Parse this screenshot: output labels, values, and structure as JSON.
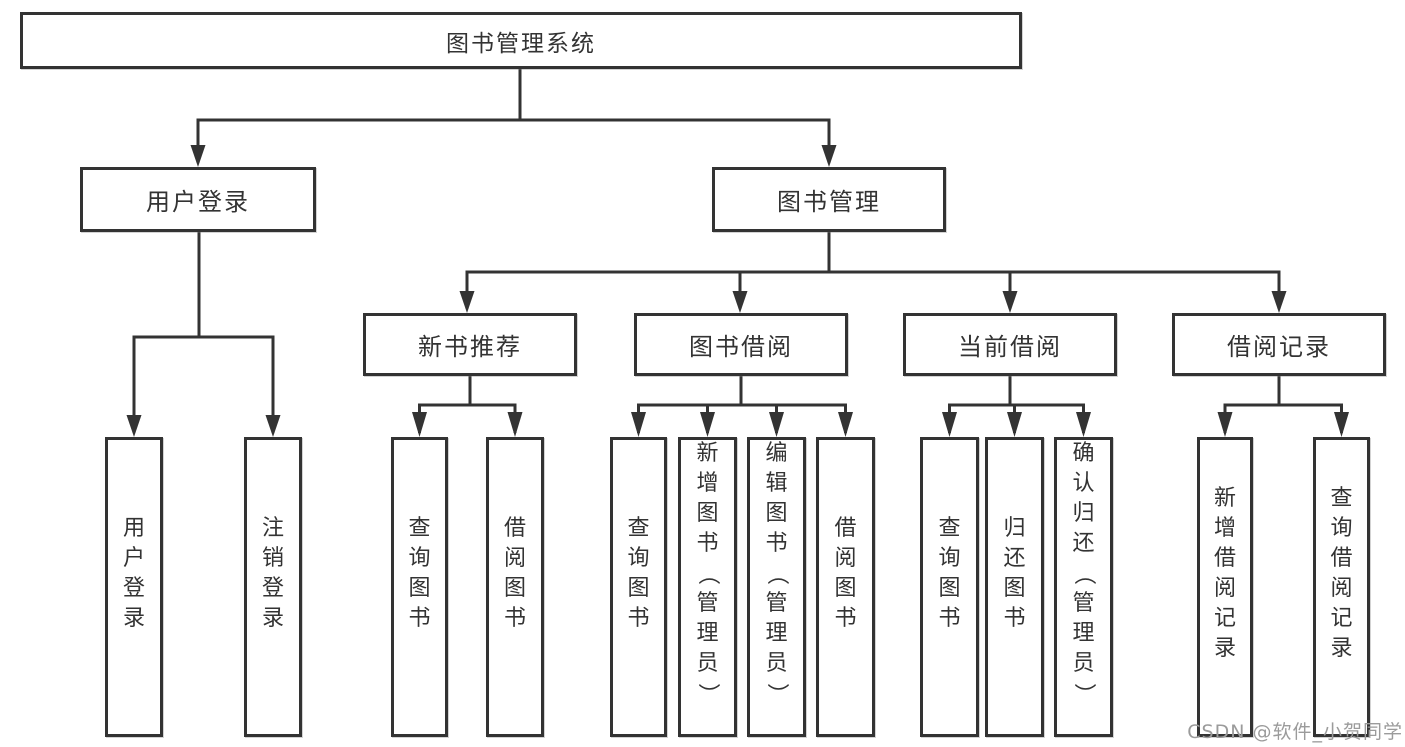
{
  "diagram": {
    "root": {
      "label": "图书管理系统"
    },
    "level1": [
      {
        "label": "用户登录"
      },
      {
        "label": "图书管理"
      }
    ],
    "level2": [
      {
        "label": "新书推荐"
      },
      {
        "label": "图书借阅"
      },
      {
        "label": "当前借阅"
      },
      {
        "label": "借阅记录"
      }
    ],
    "leaves": [
      {
        "label": "用户登录"
      },
      {
        "label": "注销登录"
      },
      {
        "label": "查询图书"
      },
      {
        "label": "借阅图书"
      },
      {
        "label": "查询图书"
      },
      {
        "label": "新增图书（管理员）"
      },
      {
        "label": "编辑图书（管理员）"
      },
      {
        "label": "借阅图书"
      },
      {
        "label": "查询图书"
      },
      {
        "label": "归还图书"
      },
      {
        "label": "确认归还（管理员）"
      },
      {
        "label": "新增借阅记录"
      },
      {
        "label": "查询借阅记录"
      }
    ],
    "edges": [
      {
        "from": "图书管理系统",
        "to": "用户登录"
      },
      {
        "from": "图书管理系统",
        "to": "图书管理"
      },
      {
        "from": "用户登录",
        "to": "用户登录"
      },
      {
        "from": "用户登录",
        "to": "注销登录"
      },
      {
        "from": "图书管理",
        "to": "新书推荐"
      },
      {
        "from": "图书管理",
        "to": "图书借阅"
      },
      {
        "from": "图书管理",
        "to": "当前借阅"
      },
      {
        "from": "图书管理",
        "to": "借阅记录"
      },
      {
        "from": "新书推荐",
        "to": "查询图书"
      },
      {
        "from": "新书推荐",
        "to": "借阅图书"
      },
      {
        "from": "图书借阅",
        "to": "查询图书"
      },
      {
        "from": "图书借阅",
        "to": "新增图书（管理员）"
      },
      {
        "from": "图书借阅",
        "to": "编辑图书（管理员）"
      },
      {
        "from": "图书借阅",
        "to": "借阅图书"
      },
      {
        "from": "当前借阅",
        "to": "查询图书"
      },
      {
        "from": "当前借阅",
        "to": "归还图书"
      },
      {
        "from": "当前借阅",
        "to": "确认归还（管理员）"
      },
      {
        "from": "借阅记录",
        "to": "新增借阅记录"
      },
      {
        "from": "借阅记录",
        "to": "查询借阅记录"
      }
    ],
    "watermark": "CSDN @软件_小贺同学",
    "colors": {
      "line": "#333333",
      "text": "#333333",
      "watermark": "#9b9b9b",
      "background": "#ffffff"
    }
  }
}
